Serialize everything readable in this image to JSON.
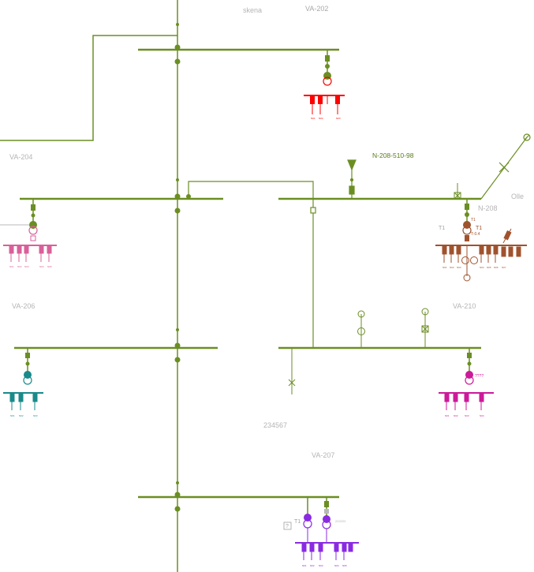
{
  "labels": {
    "top": "skena",
    "va202": "VA-202",
    "va204": "VA-204",
    "va206": "VA-206",
    "va207": "VA-207",
    "va210": "VA-210",
    "n208": "N-208",
    "olle": "Olle",
    "n_line": "N-208-510-98",
    "center": "234567",
    "t1_left": "T1",
    "t1_right": "T1",
    "t1_small": "T1",
    "t04": "T-0.4",
    "q3": "????",
    "t1_va207": "T1",
    "tr_va207": "222222",
    "box_va207": "?"
  },
  "colors": {
    "line": "#6b8e23",
    "red": "#ff0000",
    "pink": "#d9609a",
    "brown": "#a0522d",
    "teal": "#1a8a8a",
    "magenta": "#cc1a99",
    "purple": "#8a2be2",
    "grey": "#aaaaaa"
  },
  "tiny_labels": {
    "red": [
      "N01",
      "N02",
      "N03"
    ],
    "pink": [
      "N01",
      "N02",
      "N03",
      "N04",
      "N05"
    ],
    "brown": [
      "N01",
      "N02",
      "N03",
      "N04",
      "N05",
      "N06",
      "N07"
    ],
    "teal": [
      "N01",
      "N02",
      "N03"
    ],
    "magenta": [
      "N01",
      "N02",
      "N03",
      "N04"
    ],
    "purple": [
      "N01",
      "N02",
      "N03",
      "N04",
      "N05"
    ]
  }
}
